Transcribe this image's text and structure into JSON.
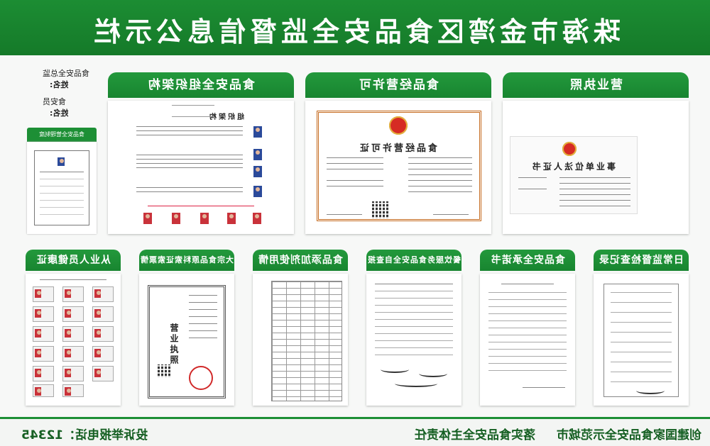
{
  "header": {
    "title": "珠海市金湾区食品安全监督信息公示栏"
  },
  "staff": {
    "director_label": "食品安全总监",
    "director_name_label": "姓名:",
    "officer_label": "食安员",
    "officer_name_label": "姓名:"
  },
  "small_panel": {
    "tab": "食品安全管理制度"
  },
  "top_panels": [
    {
      "tab": "食品安全组织架构"
    },
    {
      "tab": "食品经营许可"
    },
    {
      "tab": "营业执照"
    }
  ],
  "top_docs": {
    "org_title": "组织架构",
    "license_title": "食品经营许可证",
    "business_title": "事业单位法人证书"
  },
  "bottom_panels": [
    {
      "tab": "从业人员健康证"
    },
    {
      "tab": "大宗食品原料索证索票情况"
    },
    {
      "tab": "食品添加剂使用情况"
    },
    {
      "tab": "餐饮服务食品安全自查报告"
    },
    {
      "tab": "食品安全承诺书"
    },
    {
      "tab": "日常监督检查记录"
    }
  ],
  "bottom_docs": {
    "yingye_title": "营业执照"
  },
  "footer": {
    "hotline": "投诉举报电话：12345",
    "slogan_1": "落实食品安全主体责任",
    "slogan_2": "创建国家食品安全示范城市"
  }
}
